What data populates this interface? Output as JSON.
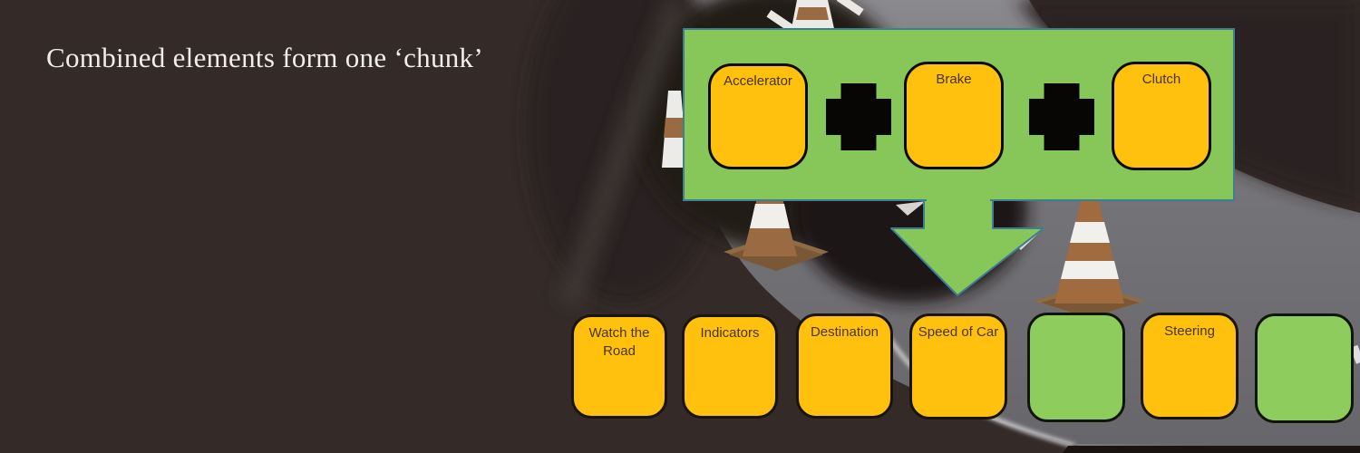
{
  "title": "Combined elements form one ‘chunk’",
  "chunk": {
    "items": [
      "Accelerator",
      "Brake",
      "Clutch"
    ],
    "operator_icon": "plus-icon",
    "arrow_icon": "down-arrow-icon"
  },
  "elements": [
    "Watch the Road",
    "Indicators",
    "Destination",
    "Speed of Car",
    "",
    "Steering",
    ""
  ],
  "background": {
    "scene": "road with traffic cones",
    "cone_icon": "traffic-cone-icon"
  },
  "colors": {
    "background_brown": "#342B28",
    "chunk_fill": "#87C75A",
    "chunk_border_teal": "#3E7E92",
    "element_orange": "#FFC10D",
    "element_green": "#8DCC5D",
    "outline_black": "#0D0B08",
    "road_gray": "#737276",
    "title_text": "#F2EEE9",
    "label_text": "#46340A"
  }
}
